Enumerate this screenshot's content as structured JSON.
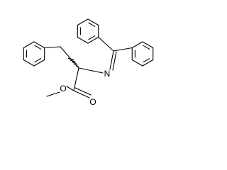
{
  "molecule": {
    "atoms": {
      "nitrogen": "N",
      "ester_carbonyl_oxygen": "O",
      "ester_ether_oxygen": "O"
    }
  }
}
